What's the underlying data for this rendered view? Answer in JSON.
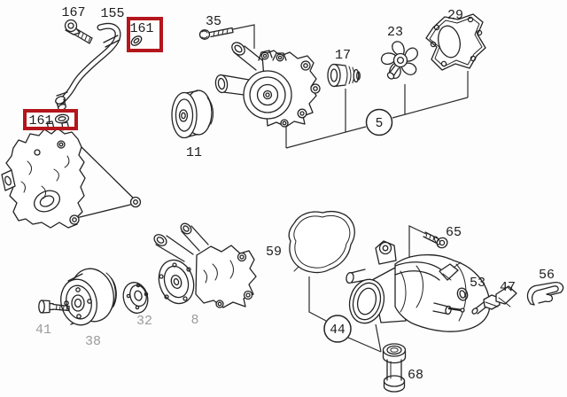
{
  "diagram": {
    "type": "exploded-parts-diagram (water pump / thermostat housing)",
    "part_labels": {
      "167": "167",
      "155": "155",
      "161_pipe": "161",
      "161_block": "161",
      "35": "35",
      "11": "11",
      "17": "17",
      "23": "23",
      "29": "29",
      "5": "5",
      "59": "59",
      "65": "65",
      "53": "53",
      "47": "47",
      "56": "56",
      "44": "44",
      "68": "68",
      "41": "41",
      "38": "38",
      "32": "32",
      "8": "8"
    },
    "group_callouts": [
      "5",
      "44"
    ],
    "highlighted_labels": [
      "161_pipe",
      "161_block"
    ],
    "colors": {
      "background": "#fdfdfd",
      "line": "#232323",
      "label": "#1d1d1d",
      "label_dim": "#9b9b9b",
      "highlight_red": "#b5151c"
    }
  }
}
